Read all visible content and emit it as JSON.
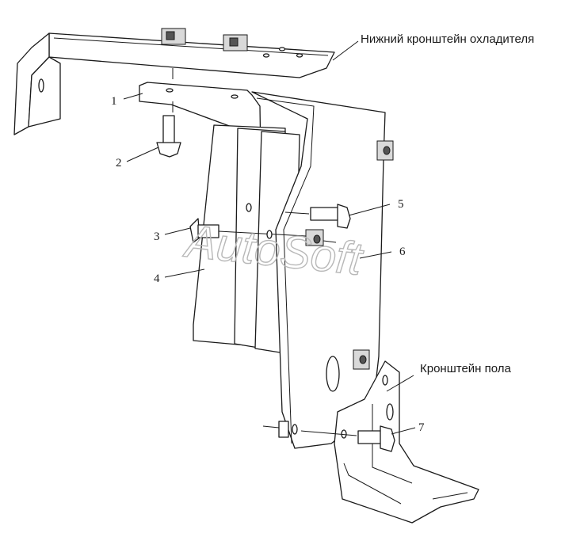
{
  "labels": {
    "cooler_bracket": "Нижний кронштейн охладителя",
    "floor_bracket": "Кронштейн пола",
    "n1": "1",
    "n2": "2",
    "n3": "3",
    "n4": "4",
    "n5": "5",
    "n6": "6",
    "n7": "7"
  },
  "watermark": "AutoSoft"
}
